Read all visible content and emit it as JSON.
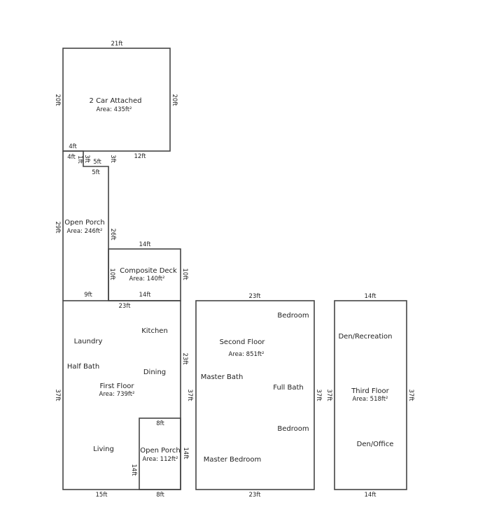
{
  "garage": {
    "name": "2 Car Attached",
    "area": "Area: 435ft²",
    "top": "21ft",
    "left": "20ft",
    "right": "20ft"
  },
  "open_porch_1": {
    "name": "Open Porch",
    "area": "Area: 246ft²",
    "left": "29ft",
    "right": "26ft",
    "bottom": "9ft",
    "notch": {
      "top_outer": "4ft",
      "top_inner": "4ft",
      "side_a": "1ft",
      "side_b": "3ft",
      "inner_5": "5ft",
      "outer_5": "5ft",
      "side_c": "3ft",
      "garage_bottom": "12ft"
    }
  },
  "composite_deck": {
    "name": "Composite Deck",
    "area": "Area: 140ft²",
    "top": "14ft",
    "bottom": "14ft",
    "left": "10ft",
    "right": "10ft"
  },
  "first_floor": {
    "name": "First Floor",
    "area": "Area: 739ft²",
    "top": "23ft",
    "left": "37ft",
    "right_upper": "23ft",
    "right": "37ft",
    "bottom": "15ft",
    "rooms": [
      "Laundry",
      "Kitchen",
      "Half Bath",
      "Dining",
      "Living"
    ]
  },
  "open_porch_2": {
    "name": "Open Porch",
    "area": "Area: 112ft²",
    "top": "8ft",
    "bottom": "8ft",
    "left": "14ft",
    "right": "14ft"
  },
  "second_floor": {
    "name": "Second Floor",
    "area": "Area: 851ft²",
    "top": "23ft",
    "bottom": "23ft",
    "right": "37ft",
    "rooms": [
      "Bedroom",
      "Master Bath",
      "Full Bath",
      "Bedroom",
      "Master Bedroom"
    ]
  },
  "third_floor": {
    "name": "Third Floor",
    "area": "Area: 518ft²",
    "top": "14ft",
    "bottom": "14ft",
    "left": "37ft",
    "right": "37ft",
    "rooms": [
      "Den/Recreation",
      "Den/Office"
    ]
  }
}
